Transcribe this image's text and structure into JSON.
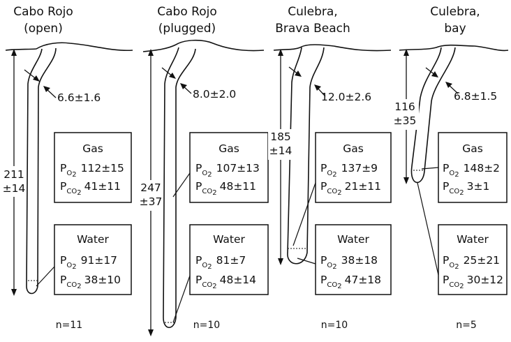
{
  "panels": [
    {
      "title_line1": "Cabo Rojo",
      "title_line2": "(open)",
      "diameter": "6.6±1.6",
      "depth_line1": "211",
      "depth_line2": "±14",
      "gas_label": "Gas",
      "gas_po2": "112±15",
      "gas_pco2": "41±11",
      "water_label": "Water",
      "water_po2": "91±17",
      "water_pco2": "38±10",
      "n": "n=11"
    },
    {
      "title_line1": "Cabo Rojo",
      "title_line2": "(plugged)",
      "diameter": "8.0±2.0",
      "depth_line1": "247",
      "depth_line2": "±37",
      "gas_label": "Gas",
      "gas_po2": "107±13",
      "gas_pco2": "48±11",
      "water_label": "Water",
      "water_po2": "81±7",
      "water_pco2": "48±14",
      "n": "n=10"
    },
    {
      "title_line1": "Culebra,",
      "title_line2": "Brava Beach",
      "diameter": "12.0±2.6",
      "depth_line1": "185",
      "depth_line2": "±14",
      "gas_label": "Gas",
      "gas_po2": "137±9",
      "gas_pco2": "21±11",
      "water_label": "Water",
      "water_po2": "38±18",
      "water_pco2": "47±18",
      "n": "n=10"
    },
    {
      "title_line1": "Culebra,",
      "title_line2": "bay",
      "diameter": "6.8±1.5",
      "depth_line1": "116",
      "depth_line2": "±35",
      "gas_label": "Gas",
      "gas_po2": "148±2",
      "gas_pco2": "3±1",
      "water_label": "Water",
      "water_po2": "25±21",
      "water_pco2": "30±12",
      "n": "n=5"
    }
  ],
  "symbols": {
    "p": "P",
    "o2": "O",
    "co2": "CO",
    "two": "2"
  }
}
